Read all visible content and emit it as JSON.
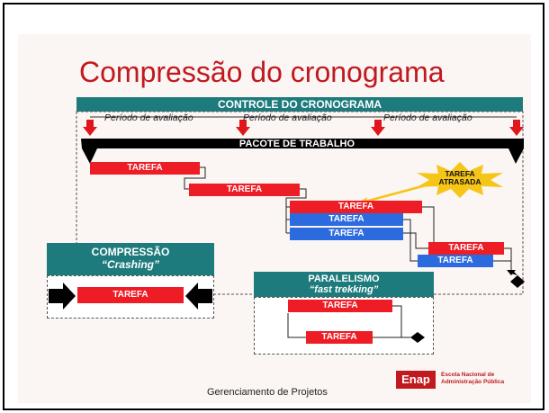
{
  "slide": {
    "title": "Compressão do cronograma",
    "footer": "Gerenciamento de Projetos",
    "logo": {
      "mark": "Enap",
      "line1": "Escola Nacional de",
      "line2": "Administração Pública"
    }
  },
  "diagram": {
    "header": "CONTROLE DO CRONOGRAMA",
    "periods": [
      "Período de avaliação",
      "Período de avaliação",
      "Período de avaliação"
    ],
    "work_package": "PACOTE DE TRABALHO",
    "tasks": {
      "t1": "TAREFA",
      "t2": "TAREFA",
      "t3": "TAREFA",
      "t4": "TAREFA",
      "t5": "TAREFA",
      "t6": "TAREFA",
      "t7": "TAREFA"
    },
    "delayed_label_line1": "TAREFA",
    "delayed_label_line2": "ATRASADA",
    "compression": {
      "title": "COMPRESSÃO",
      "subtitle": "“Crashing”",
      "task": "TAREFA"
    },
    "parallelism": {
      "title": "PARALELISMO",
      "subtitle": "“fast trekking”",
      "task1": "TAREFA",
      "task2": "TAREFA"
    },
    "colors": {
      "teal": "#1e7b7d",
      "red": "#ee1c25",
      "blue": "#2c6bdf",
      "star": "#f5c518",
      "title_red": "#c0191f"
    }
  }
}
